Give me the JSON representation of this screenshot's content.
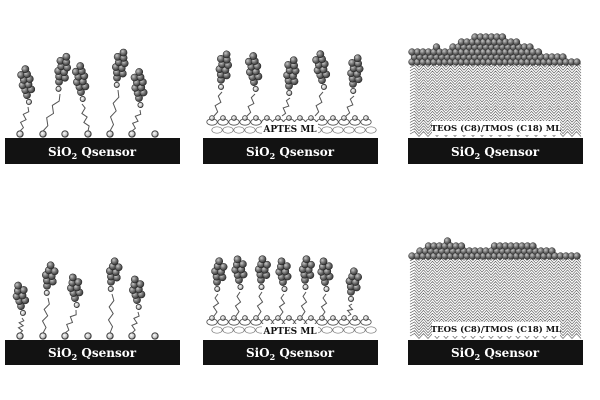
{
  "panels": [
    {
      "id": "p1",
      "substrate": {
        "prefix": "SiO",
        "sub": "2",
        "suffix": " Qsensor"
      },
      "layer_label": ""
    },
    {
      "id": "p2",
      "substrate": {
        "prefix": "SiO",
        "sub": "2",
        "suffix": " Qsensor"
      },
      "layer_label": "APTES ML"
    },
    {
      "id": "p3",
      "substrate": {
        "prefix": "SiO",
        "sub": "2",
        "suffix": " Qsensor"
      },
      "layer_label": "TEOS (C8)/TMOS (C18) ML"
    },
    {
      "id": "p4",
      "substrate": {
        "prefix": "SiO",
        "sub": "2",
        "suffix": " Qsensor"
      },
      "layer_label": ""
    },
    {
      "id": "p5",
      "substrate": {
        "prefix": "SiO",
        "sub": "2",
        "suffix": " Qsensor"
      },
      "layer_label": "APTES ML"
    },
    {
      "id": "p6",
      "substrate": {
        "prefix": "SiO",
        "sub": "2",
        "suffix": " Qsensor"
      },
      "layer_label": "TEOS (C8)/TMOS (C18) ML"
    }
  ],
  "colors": {
    "substrate": "#121212",
    "sphere": "#6a6a6a",
    "sphere_dark": "#3a3a3a",
    "chain": "#555555",
    "background": "#ffffff"
  }
}
